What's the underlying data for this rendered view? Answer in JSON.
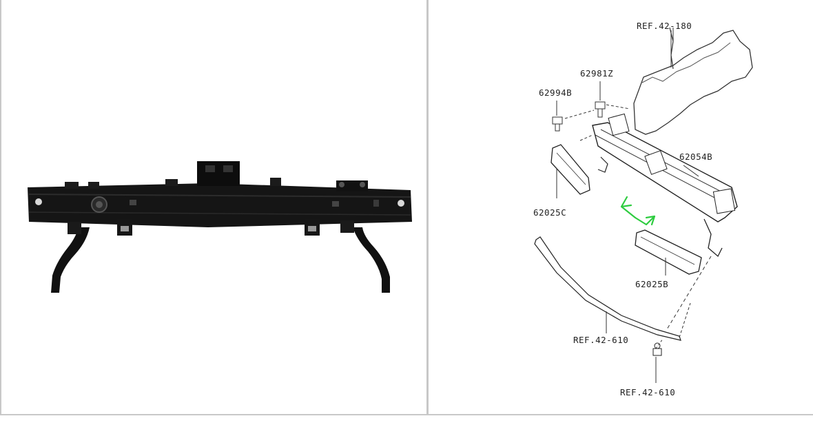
{
  "product_photo": {
    "subject": "front bumper reinforcement beam"
  },
  "diagram": {
    "labels": {
      "ref_top": "REF.42-180",
      "part_62981z": "62981Z",
      "part_62994b": "62994B",
      "part_62054b": "62054B",
      "part_62025c": "62025C",
      "part_62025b": "62025B",
      "ref_mid": "REF.42-610",
      "ref_bottom": "REF.42-610"
    },
    "highlight_color": "#2ecc40"
  }
}
